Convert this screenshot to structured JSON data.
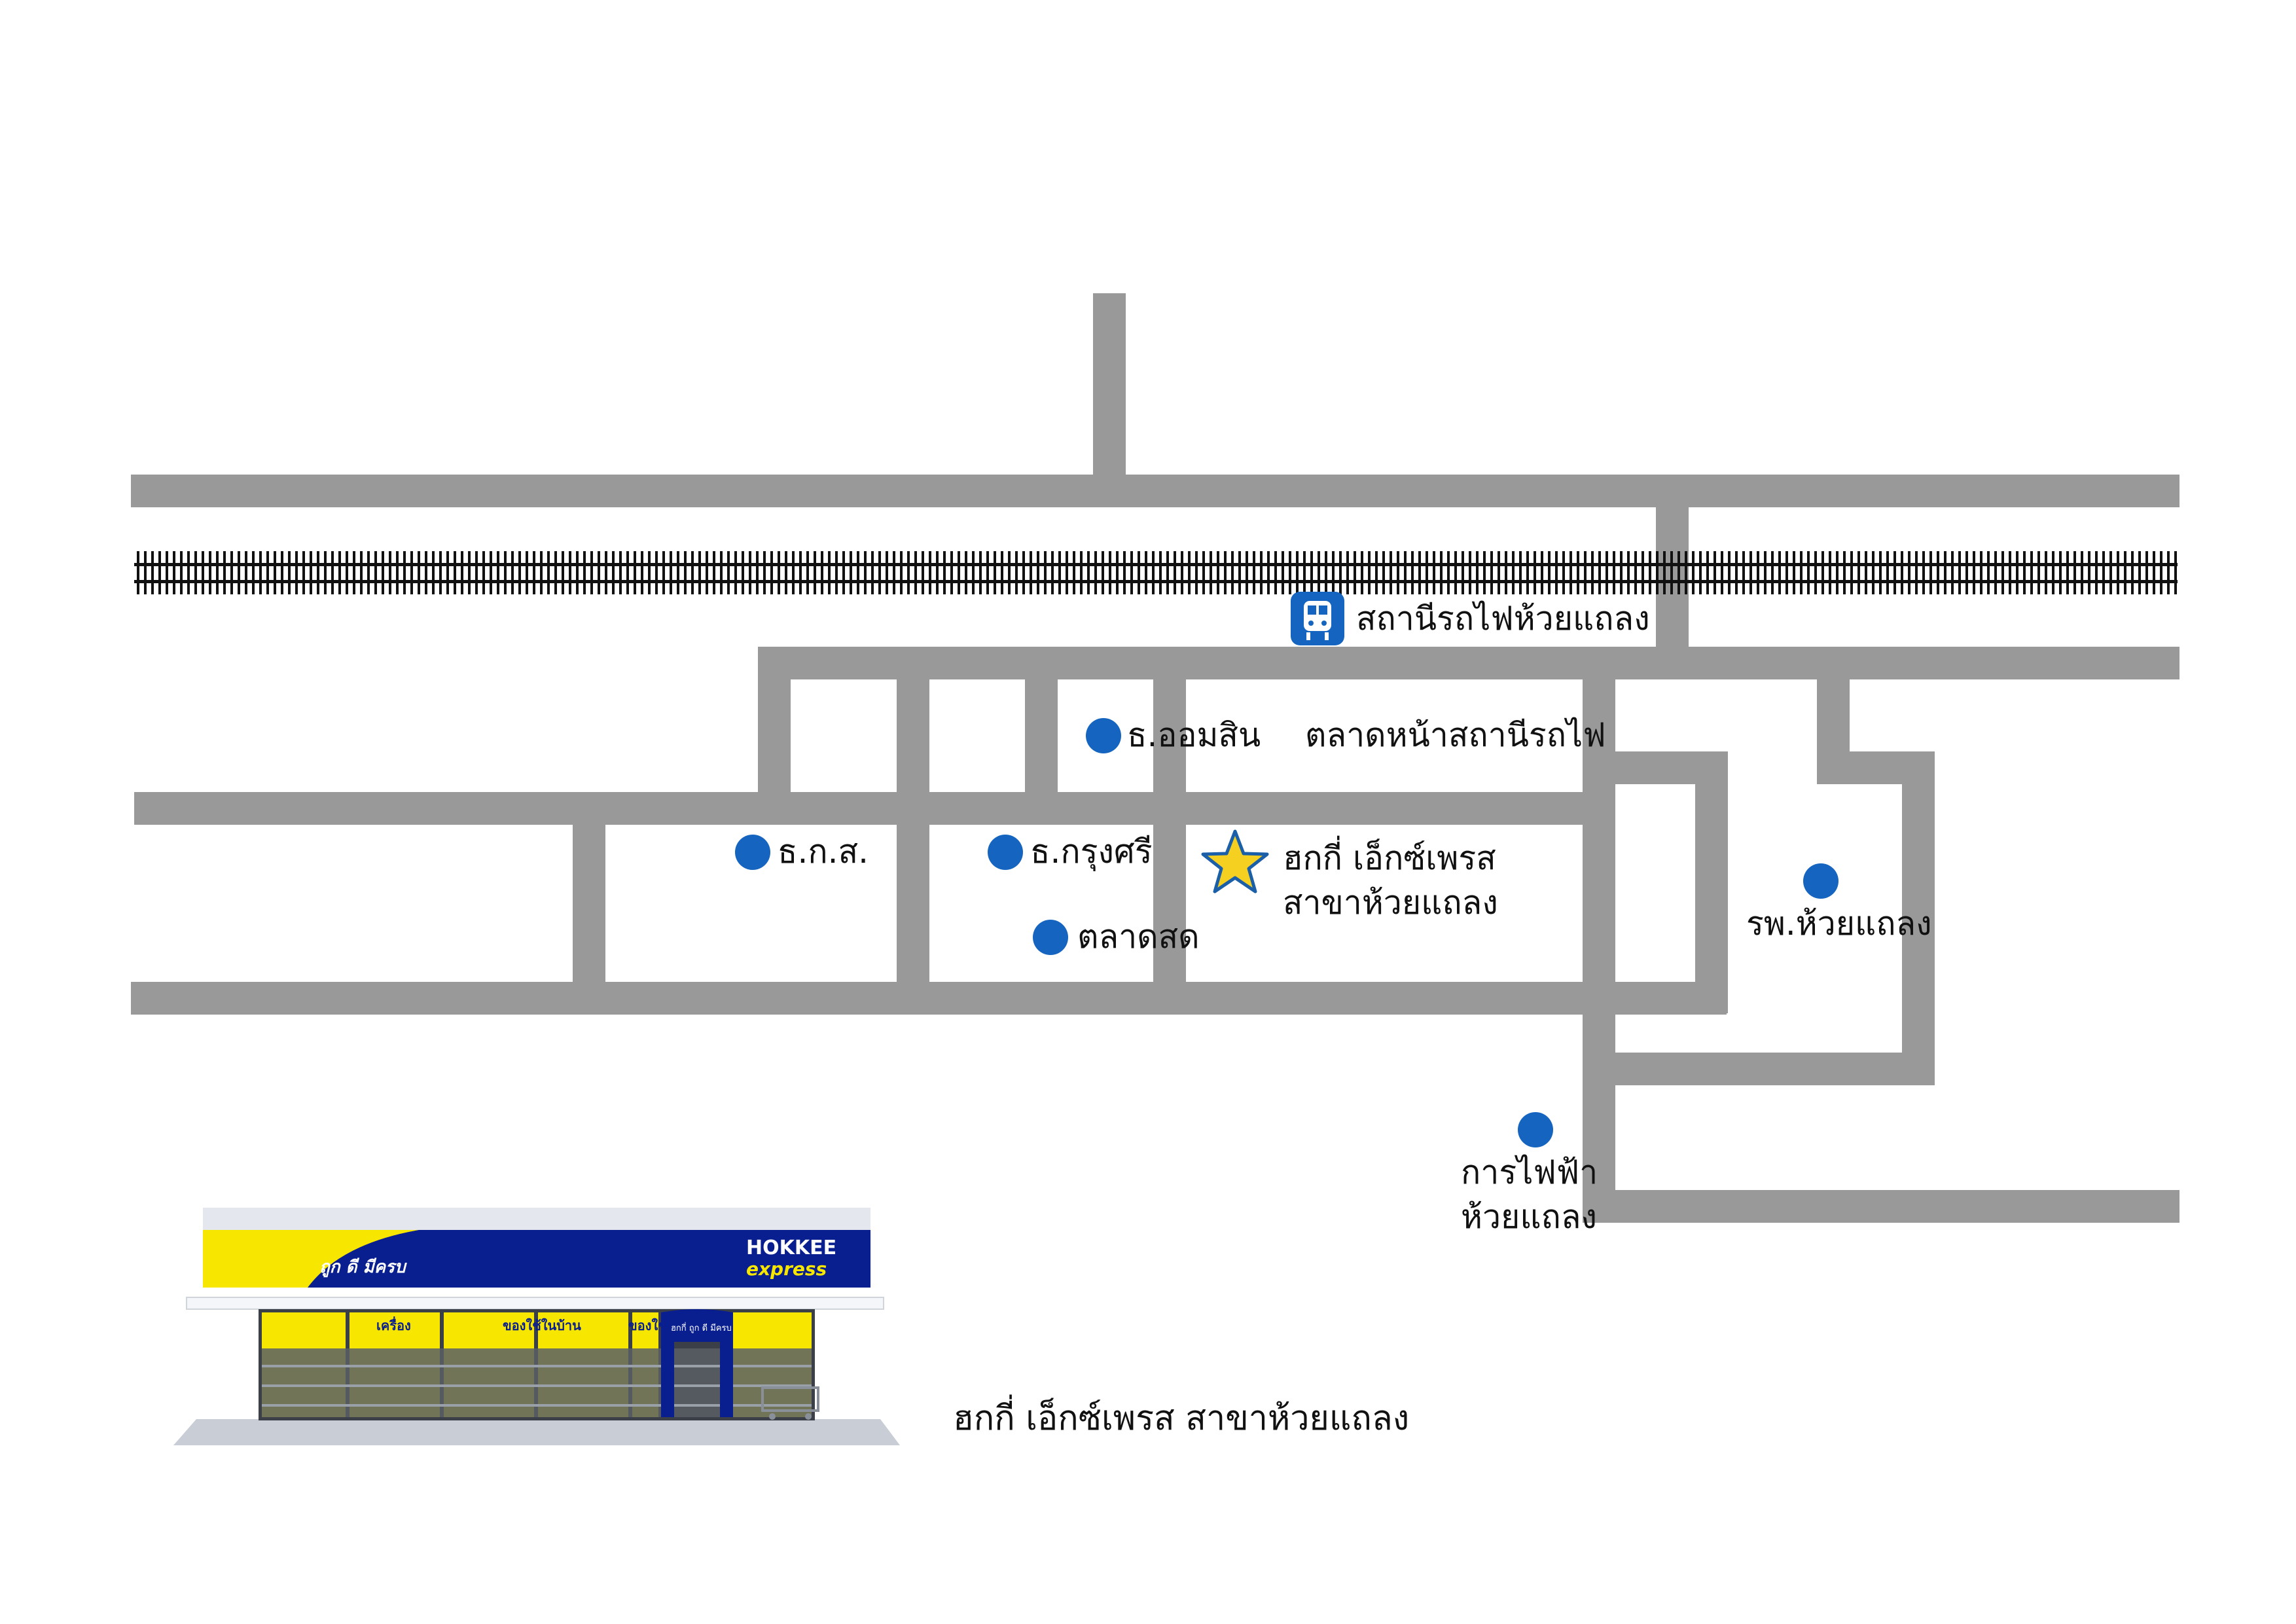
{
  "map": {
    "labels": {
      "station": "สถานีรถไฟห้วยแถลง",
      "gsb_bank": "ธ.ออมสิน",
      "station_market": "ตลาดหน้าสถานีรถไฟ",
      "baac_bank": "ธ.ก.ส.",
      "krungsri_bank": "ธ.กรุงศรี",
      "store_line1": "ฮกกี่ เอ็กซ์เพรส",
      "store_line2": "สาขาห้วยแถลง",
      "fresh_market": "ตลาดสด",
      "hospital": "รพ.ห้วยแถลง",
      "electricity_line1": "การไฟฟ้า",
      "electricity_line2": "ห้วยแถลง"
    },
    "colors": {
      "road": "#999999",
      "poi": "#1565c0",
      "star_fill": "#f5d020",
      "star_stroke": "#1a5fa8",
      "rail": "#111111"
    }
  },
  "storefront": {
    "brand_name": "HOKKEE",
    "brand_sub": "express",
    "slogan": "ถูก ดี มีครบ",
    "door_sign": "ฮกกี่ ถูก ดี มีครบ",
    "window_label_1": "เครื่อง",
    "window_label_2": "ของใช้ในบ้าน",
    "window_label_3": "ของใช้",
    "colors": {
      "navy": "#0a1f8f",
      "yellow": "#f7e600"
    }
  },
  "caption": "ฮกกี่ เอ็กซ์เพรส สาขาห้วยแถลง"
}
